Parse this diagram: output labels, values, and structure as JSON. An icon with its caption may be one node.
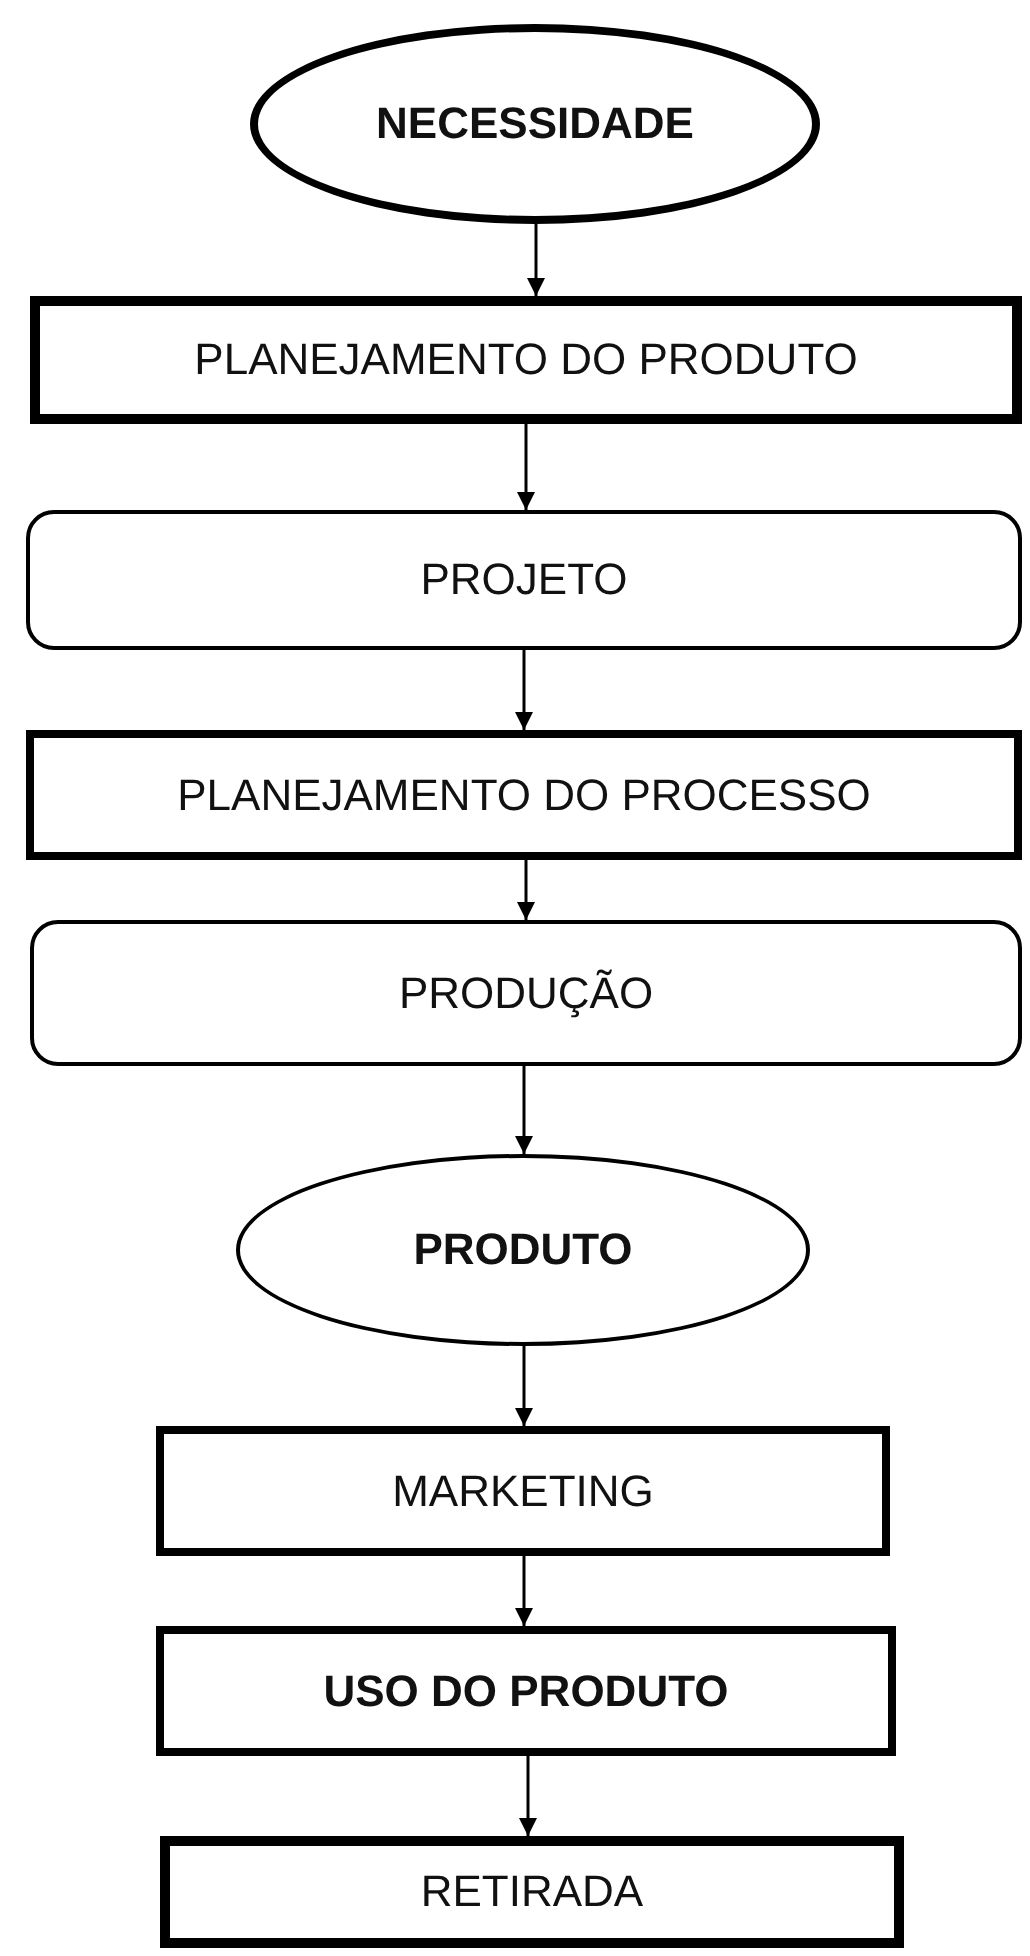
{
  "diagram": {
    "nodes": [
      {
        "text": [
          "NECESSIDADE"
        ]
      },
      {
        "text": [
          "PLANEJAMENTO DO PRODUTO"
        ]
      },
      {
        "text": [
          "PROJETO"
        ]
      },
      {
        "text": [
          "PLANEJAMENTO DO PROCESSO"
        ]
      },
      {
        "text": [
          "PRODUÇÃO"
        ]
      },
      {
        "text": [
          "PRODUTO"
        ]
      },
      {
        "text": [
          "MARKETING"
        ]
      },
      {
        "text": [
          "USO DO PRODUTO"
        ]
      },
      {
        "text": [
          "RETIRADA"
        ]
      }
    ],
    "edges": [
      {
        "from": 0,
        "to": 1,
        "arrow": "to"
      },
      {
        "from": 1,
        "to": 2,
        "arrow": "to"
      },
      {
        "from": 2,
        "to": 3,
        "arrow": "to"
      },
      {
        "from": 3,
        "to": 4,
        "arrow": "to"
      },
      {
        "from": 4,
        "to": 5,
        "arrow": "to"
      },
      {
        "from": 5,
        "to": 6,
        "arrow": "to"
      },
      {
        "from": 6,
        "to": 7,
        "arrow": "to"
      },
      {
        "from": 7,
        "to": 8,
        "arrow": "to"
      }
    ]
  }
}
